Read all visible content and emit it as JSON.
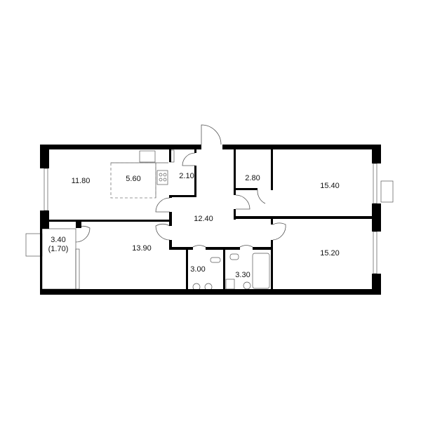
{
  "plan": {
    "rooms": [
      {
        "id": "living",
        "area": "11.80"
      },
      {
        "id": "kitchen",
        "area": "5.60"
      },
      {
        "id": "storage-1",
        "area": "2.10"
      },
      {
        "id": "storage-2",
        "area": "2.80"
      },
      {
        "id": "bedroom-1",
        "area": "15.40"
      },
      {
        "id": "hall",
        "area": "12.40"
      },
      {
        "id": "bedroom-2",
        "area": "13.90"
      },
      {
        "id": "bedroom-3",
        "area": "15.20"
      },
      {
        "id": "bathroom-1",
        "area": "3.00"
      },
      {
        "id": "bathroom-2",
        "area": "3.30"
      },
      {
        "id": "balcony",
        "area": "3.40",
        "sub": "(1.70)"
      }
    ]
  }
}
